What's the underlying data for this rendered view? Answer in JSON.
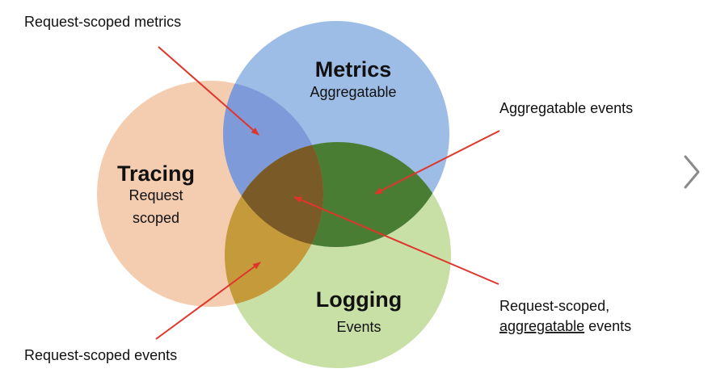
{
  "diagram": {
    "circles": {
      "metrics": {
        "title": "Metrics",
        "subtitle": "Aggregatable",
        "color": "#9dbde6"
      },
      "tracing": {
        "title": "Tracing",
        "subtitle_line1": "Request",
        "subtitle_line2": "scoped",
        "color": "#f4cdb0"
      },
      "logging": {
        "title": "Logging",
        "subtitle": "Events",
        "color": "#c8e0a6"
      }
    },
    "overlap_colors": {
      "metrics_tracing": "#7f9ad8",
      "metrics_logging": "#497d33",
      "tracing_logging": "#c49a3a",
      "all_three": "#7a5a26"
    },
    "annotations": {
      "request_scoped_metrics": "Request-scoped metrics",
      "aggregatable_events": "Aggregatable events",
      "request_scoped_events": "Request-scoped events",
      "request_scoped_aggregatable_line1": "Request-scoped,",
      "request_scoped_aggregatable_line2_a": "aggregatable",
      "request_scoped_aggregatable_line2_b": " events"
    },
    "arrow_color": "#e0352b"
  },
  "navigation": {
    "next_icon": "chevron-right-icon",
    "next_icon_color": "#8a8a8a"
  }
}
